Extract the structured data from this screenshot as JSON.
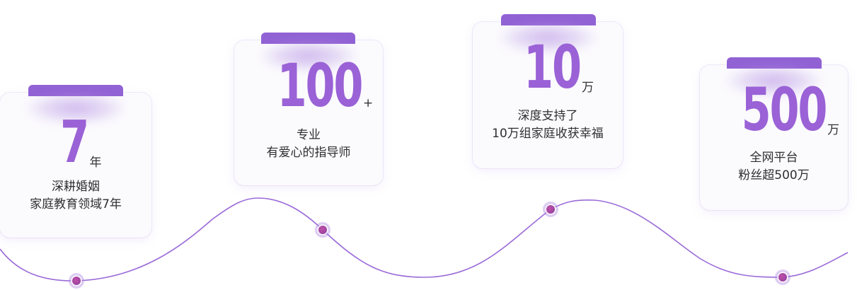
{
  "colors": {
    "accent": "#9162d4",
    "number": "#9a62d6",
    "line": "#9a6ad8",
    "dot_inner": "#a8469f",
    "dot_halo": "#cdb6ee",
    "text": "#2f2f2f"
  },
  "cards": [
    {
      "number": "7",
      "unit": "年",
      "desc_line1": "深耕婚姻",
      "desc_line2": "家庭教育领域7年"
    },
    {
      "number": "100",
      "unit": "+",
      "desc_line1": "专业",
      "desc_line2": "有爱心的指导师"
    },
    {
      "number": "10",
      "unit": "万",
      "desc_line1": "深度支持了",
      "desc_line2": "10万组家庭收获幸福"
    },
    {
      "number": "500",
      "unit": "万",
      "desc_line1": "全网平台",
      "desc_line2": "粉丝超500万"
    }
  ],
  "timeline": {
    "icon": "wave-line",
    "dots": [
      "timeline-dot-1",
      "timeline-dot-2",
      "timeline-dot-3",
      "timeline-dot-4"
    ]
  }
}
